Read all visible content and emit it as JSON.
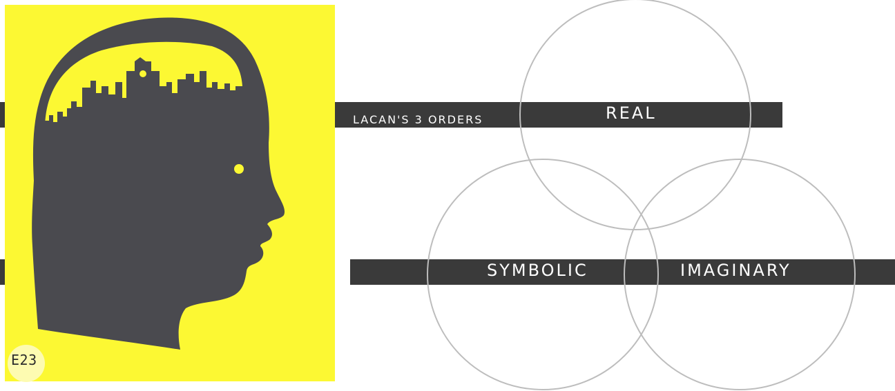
{
  "diagram": {
    "caption": "LACAN'S 3 ORDERS",
    "orders": {
      "real": "REAL",
      "symbolic": "SYMBOLIC",
      "imaginary": "IMAGINARY"
    }
  },
  "poster": {
    "badge": "E23",
    "illustration": "head-silhouette-with-city-skyline-icon"
  },
  "colors": {
    "poster_background": "#fcf833",
    "silhouette": "#4a4a4f",
    "bars": "#3a3a3a",
    "circles": "#bdbdbd"
  }
}
